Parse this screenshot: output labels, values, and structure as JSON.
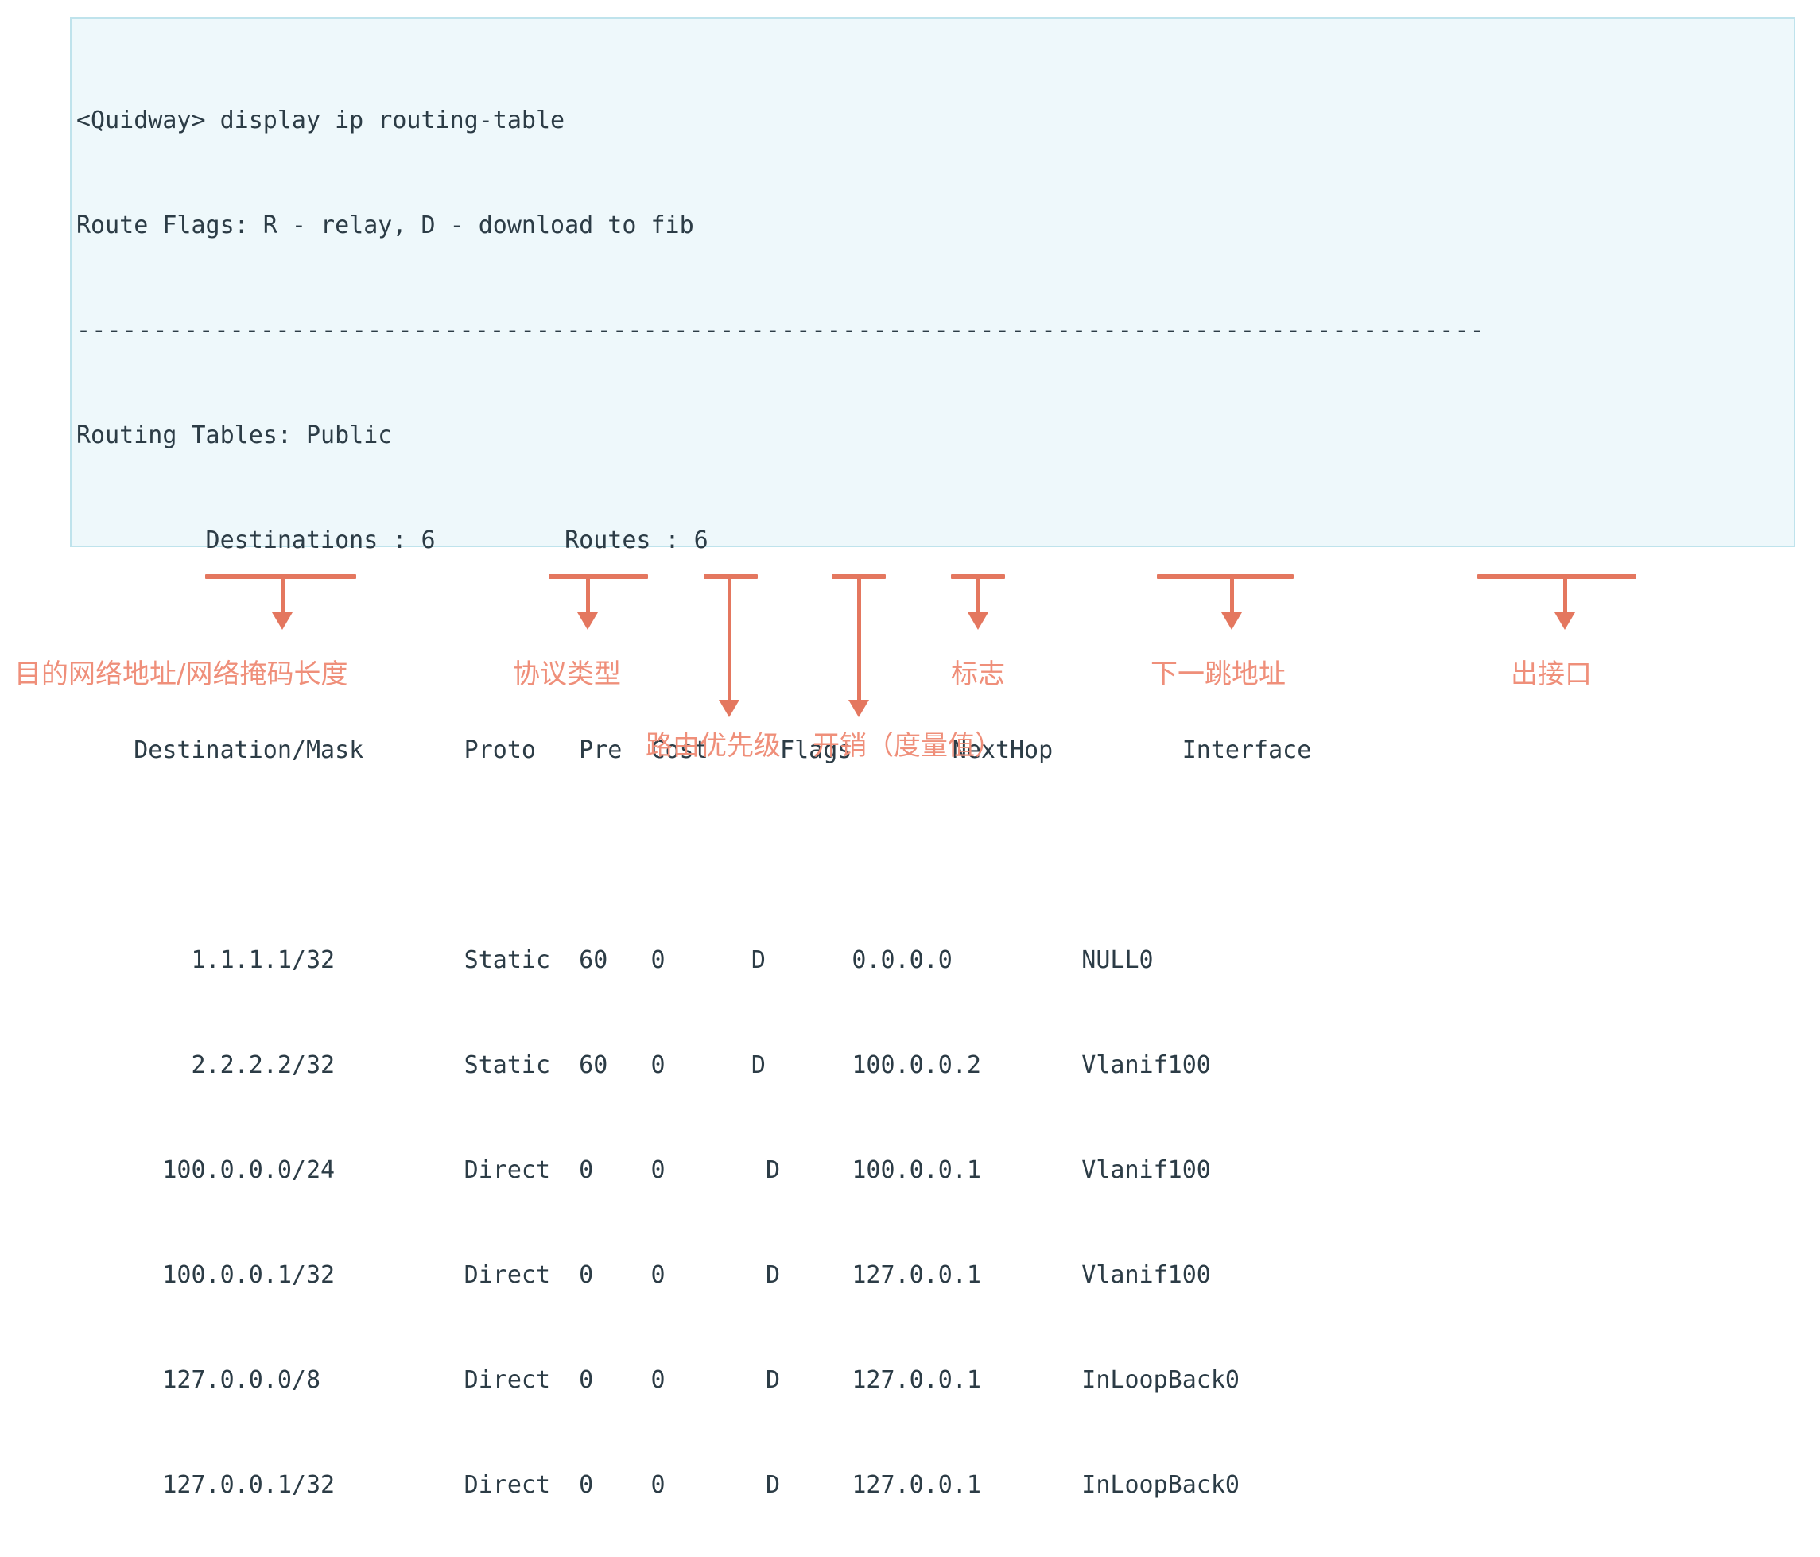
{
  "terminal": {
    "prompt_line": "<Quidway> display ip routing-table",
    "route_flags_line": "Route Flags: R - relay, D - download to fib",
    "separator": "--------------------------------------------------------------------------------------------",
    "routing_tables_line": "Routing Tables: Public",
    "summary_line": "         Destinations : 6         Routes : 6",
    "columns": {
      "destination_mask": "Destination/Mask",
      "proto": "Proto",
      "pre": "Pre",
      "cost": "Cost",
      "flags": "Flags",
      "nexthop": "NextHop",
      "interface": "Interface"
    },
    "header_line": "    Destination/Mask       Proto   Pre  Cost     Flags       NextHop         Interface",
    "destinations_count": "6",
    "routes_count": "6",
    "rows": [
      {
        "line": "        1.1.1.1/32         Static  60   0      D      0.0.0.0         NULL0",
        "destination_mask": "1.1.1.1/32",
        "proto": "Static",
        "pre": "60",
        "cost": "0",
        "flags": "D",
        "nexthop": "0.0.0.0",
        "interface": "NULL0"
      },
      {
        "line": "        2.2.2.2/32         Static  60   0      D      100.0.0.2       Vlanif100",
        "destination_mask": "2.2.2.2/32",
        "proto": "Static",
        "pre": "60",
        "cost": "0",
        "flags": "D",
        "nexthop": "100.0.0.2",
        "interface": "Vlanif100"
      },
      {
        "line": "      100.0.0.0/24         Direct  0    0       D     100.0.0.1       Vlanif100",
        "destination_mask": "100.0.0.0/24",
        "proto": "Direct",
        "pre": "0",
        "cost": "0",
        "flags": "D",
        "nexthop": "100.0.0.1",
        "interface": "Vlanif100"
      },
      {
        "line": "      100.0.0.1/32         Direct  0    0       D     127.0.0.1       Vlanif100",
        "destination_mask": "100.0.0.1/32",
        "proto": "Direct",
        "pre": "0",
        "cost": "0",
        "flags": "D",
        "nexthop": "127.0.0.1",
        "interface": "Vlanif100"
      },
      {
        "line": "      127.0.0.0/8          Direct  0    0       D     127.0.0.1       InLoopBack0",
        "destination_mask": "127.0.0.0/8",
        "proto": "Direct",
        "pre": "0",
        "cost": "0",
        "flags": "D",
        "nexthop": "127.0.0.1",
        "interface": "InLoopBack0"
      },
      {
        "line": "      127.0.0.1/32         Direct  0    0       D     127.0.0.1       InLoopBack0",
        "destination_mask": "127.0.0.1/32",
        "proto": "Direct",
        "pre": "0",
        "cost": "0",
        "flags": "D",
        "nexthop": "127.0.0.1",
        "interface": "InLoopBack0"
      }
    ]
  },
  "annotations": {
    "accent_color": "#e4775f",
    "label_color": "#ef8f7a",
    "items": [
      {
        "key": "destination",
        "label": "目的网络地址/网络掩码长度"
      },
      {
        "key": "proto",
        "label": "协议类型"
      },
      {
        "key": "pre",
        "label": "路由优先级"
      },
      {
        "key": "cost",
        "label": "开销（度量值）"
      },
      {
        "key": "flags",
        "label": "标志"
      },
      {
        "key": "nexthop",
        "label": "下一跳地址"
      },
      {
        "key": "interface",
        "label": "出接口"
      }
    ]
  }
}
